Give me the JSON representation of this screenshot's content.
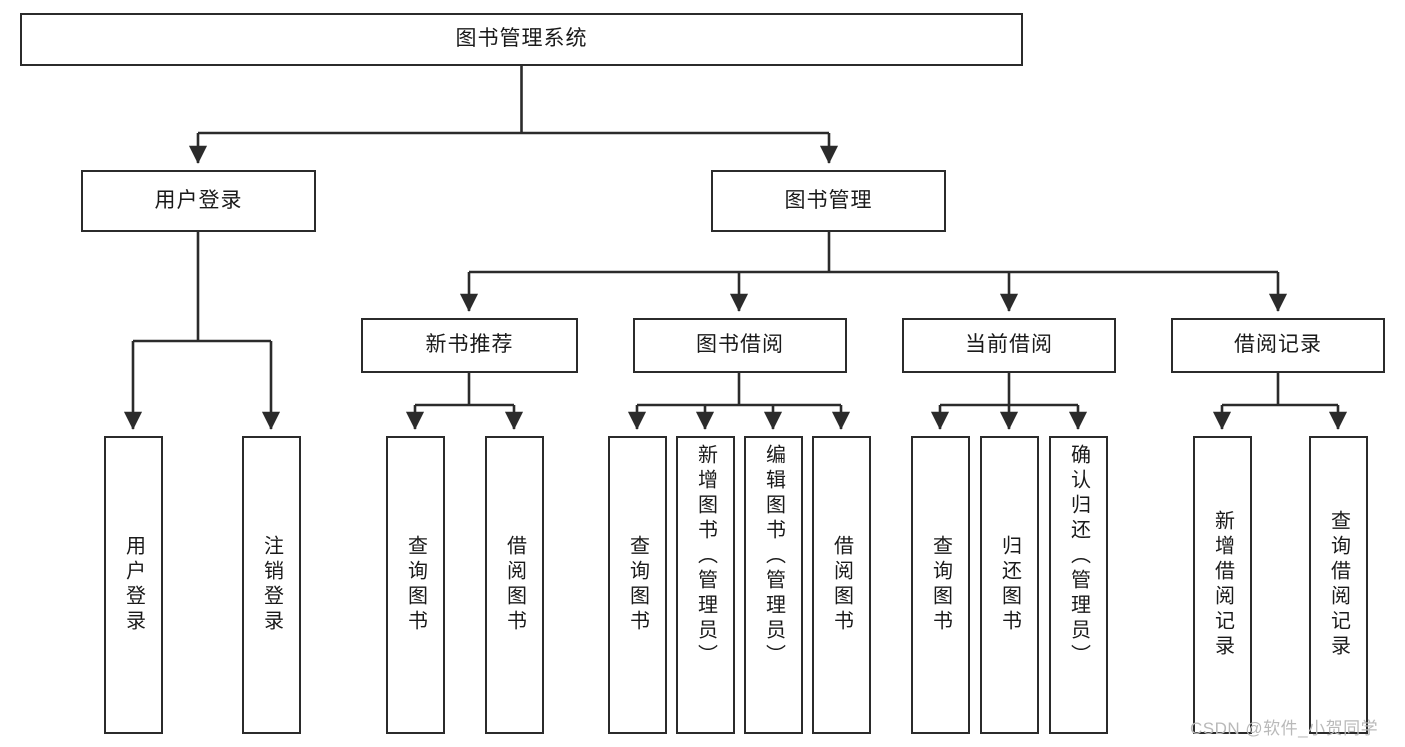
{
  "diagram": {
    "title": "图书管理系统",
    "type": "tree-hierarchy",
    "watermark": "CSDN @软件_小贺同学",
    "colors": {
      "box_border": "#2b2b2b",
      "box_fill": "#ffffff",
      "edge": "#2b2b2b",
      "text": "#1a1a1a",
      "watermark": "#b9b9b9"
    },
    "nodes": {
      "root": {
        "label": "图书管理系统",
        "level": 1,
        "orientation": "horizontal"
      },
      "level2": [
        {
          "id": "user-login",
          "label": "用户登录",
          "orientation": "horizontal"
        },
        {
          "id": "book-manage",
          "label": "图书管理",
          "orientation": "horizontal"
        }
      ],
      "level3": [
        {
          "id": "new-book-recommend",
          "label": "新书推荐",
          "orientation": "horizontal"
        },
        {
          "id": "book-borrow",
          "label": "图书借阅",
          "orientation": "horizontal"
        },
        {
          "id": "current-borrow",
          "label": "当前借阅",
          "orientation": "horizontal"
        },
        {
          "id": "borrow-record",
          "label": "借阅记录",
          "orientation": "horizontal"
        }
      ],
      "leaves": [
        {
          "id": "leaf-user-login",
          "label": "用户登录",
          "parent": "user-login",
          "orientation": "vertical"
        },
        {
          "id": "leaf-user-logout",
          "label": "注销登录",
          "parent": "user-login",
          "orientation": "vertical"
        },
        {
          "id": "leaf-query-book-1",
          "label": "查询图书",
          "parent": "new-book-recommend",
          "orientation": "vertical"
        },
        {
          "id": "leaf-borrow-book-1",
          "label": "借阅图书",
          "parent": "new-book-recommend",
          "orientation": "vertical"
        },
        {
          "id": "leaf-query-book-2",
          "label": "查询图书",
          "parent": "book-borrow",
          "orientation": "vertical"
        },
        {
          "id": "leaf-add-book",
          "label": "新增图书（管理员）",
          "parent": "book-borrow",
          "orientation": "vertical"
        },
        {
          "id": "leaf-edit-book",
          "label": "编辑图书（管理员）",
          "parent": "book-borrow",
          "orientation": "vertical"
        },
        {
          "id": "leaf-borrow-book-2",
          "label": "借阅图书",
          "parent": "book-borrow",
          "orientation": "vertical"
        },
        {
          "id": "leaf-query-book-3",
          "label": "查询图书",
          "parent": "current-borrow",
          "orientation": "vertical"
        },
        {
          "id": "leaf-return-book",
          "label": "归还图书",
          "parent": "current-borrow",
          "orientation": "vertical"
        },
        {
          "id": "leaf-confirm-return",
          "label": "确认归还（管理员）",
          "parent": "current-borrow",
          "orientation": "vertical"
        },
        {
          "id": "leaf-add-record",
          "label": "新增借阅记录",
          "parent": "borrow-record",
          "orientation": "vertical"
        },
        {
          "id": "leaf-query-record",
          "label": "查询借阅记录",
          "parent": "borrow-record",
          "orientation": "vertical"
        }
      ]
    }
  }
}
